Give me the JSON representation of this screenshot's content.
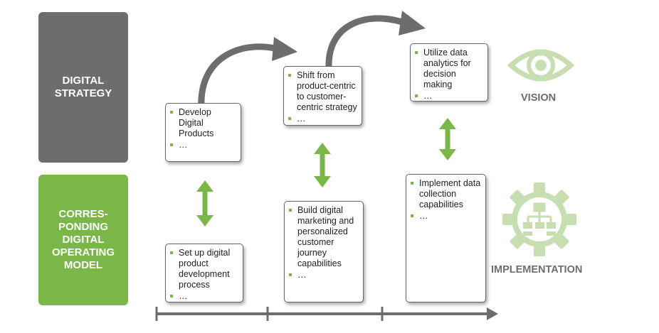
{
  "colors": {
    "gray": "#6d6d6d",
    "green": "#7ab648",
    "icon_green": "#c7deb1"
  },
  "side_labels": {
    "strategy": "DIGITAL\nSTRATEGY",
    "operating": "CORRES-\nPONDING\nDIGITAL\nOPERATING\nMODEL"
  },
  "strategy_boxes": [
    {
      "items": [
        "Develop Digital Products",
        "…"
      ]
    },
    {
      "items": [
        "Shift from product-centric to customer-centric strategy",
        "…"
      ]
    },
    {
      "items": [
        "Utilize data analytics for decision making",
        "…"
      ]
    }
  ],
  "model_boxes": [
    {
      "items": [
        "Set up digital product development process",
        "…"
      ]
    },
    {
      "items": [
        "Build digital marketing and personalized customer journey capabilities",
        "…"
      ]
    },
    {
      "items": [
        "Implement data collection capabilities",
        "…"
      ]
    }
  ],
  "right_labels": {
    "vision": "VISION",
    "implementation": "IMPLEMENTATION"
  },
  "icons": {
    "vision": "eye-icon",
    "implementation": "gear-org-chart-icon"
  }
}
